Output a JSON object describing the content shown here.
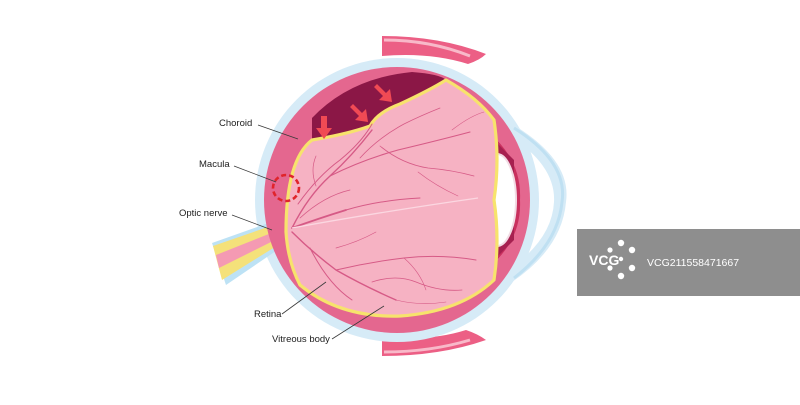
{
  "labels": {
    "choroid": "Choroid",
    "macula": "Macula",
    "optic_nerve": "Optic nerve",
    "retina": "Retina",
    "vitreous_body": "Vitreous body"
  },
  "watermark": {
    "logo_text": "VCG",
    "id_text": "VCG211558471667"
  },
  "colors": {
    "sclera": "#d6ebf7",
    "choroid": "#e4678f",
    "retina_line": "#f7e36c",
    "vitreous": "#f6b2c3",
    "detachment": "#8b1746",
    "arrow": "#f04a54",
    "macula_ring": "#e0242b",
    "watermark_bg": "#8e8e8e",
    "optic_nerve_yellow": "#f4e17a",
    "optic_nerve_pink": "#f49ab3",
    "optic_nerve_blue": "#bde2f5"
  },
  "icons": {
    "detachment_arrows": "arrow-down-right-icon",
    "macula_marker": "dashed-circle-icon",
    "watermark_logo": "vcg-flower-logo-icon"
  }
}
